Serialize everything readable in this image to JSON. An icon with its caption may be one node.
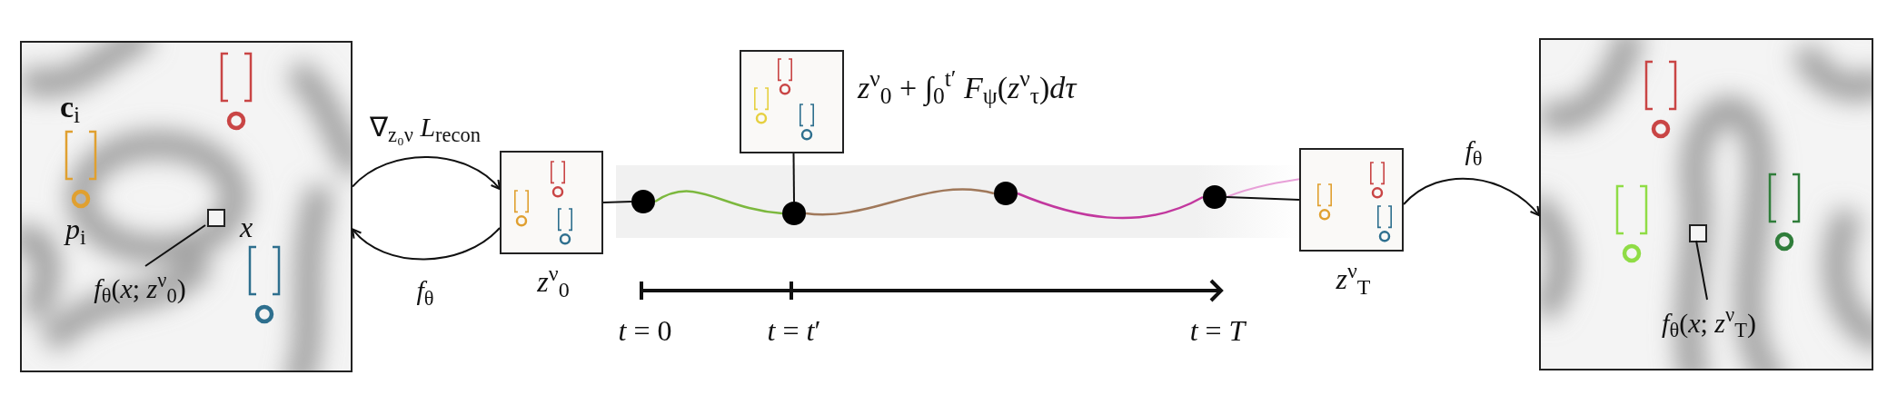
{
  "diagram": {
    "nodes": [
      {
        "text": [],
        "shape": "picture"
      },
      {
        "text": [],
        "shape": "box",
        "in": 0,
        "beside": [
          "*x*"
        ]
      },
      {
        "text": [
          "*f*$_{θ}$(*x*; *z*$^{ν}$$_{0}$)"
        ],
        "in": 0
      },
      {
        "text": [],
        "shape": "box",
        "beside": [
          "*z*$^{ν}$$_{0}$"
        ]
      },
      {
        "text": [],
        "shape": "circle"
      },
      {
        "text": [],
        "shape": "circle"
      },
      {
        "text": [],
        "shape": "circle"
      },
      {
        "text": [],
        "shape": "circle"
      },
      {
        "text": [],
        "shape": "box",
        "beside": [
          "*z*$^{ν}$$_{0}$ + ∫$_{0}$$^{t′}$ *F*$_{ψ}$(*z*$^{ν}$$_{τ}$)*dτ*"
        ]
      },
      {
        "text": [],
        "shape": "box",
        "beside": [
          "*z*$^{ν}$$_{T}$"
        ]
      },
      {
        "text": [],
        "shape": "picture"
      },
      {
        "text": [],
        "shape": "box",
        "in": 10
      },
      {
        "text": [
          "*f*$_{θ}$(*x*; *z*$^{ν}$$_{T}$)"
        ],
        "in": 10
      }
    ],
    "edges": [
      {
        "from": 0,
        "to": 3,
        "arrow": "to",
        "label": "∇$_{z₀ν}$ *L*$_{recon}$"
      },
      {
        "from": 3,
        "to": 0,
        "arrow": "to",
        "label": "*f*$_{θ}$"
      },
      {
        "from": 3,
        "to": 4,
        "arrow": "none"
      },
      {
        "from": 4,
        "to": 5,
        "arrow": "none",
        "color": "#7cb83e"
      },
      {
        "from": 5,
        "to": 6,
        "arrow": "none",
        "color": "#a0785a"
      },
      {
        "from": 6,
        "to": 7,
        "arrow": "none",
        "color": "#c2389e"
      },
      {
        "from": 8,
        "to": 5,
        "arrow": "none"
      },
      {
        "from": 7,
        "to": 9,
        "arrow": "none"
      },
      {
        "from": 9,
        "to": 10,
        "arrow": "to",
        "label": "*f*$_{θ}$"
      },
      {
        "from": 2,
        "to": 1,
        "arrow": "none"
      },
      {
        "from": 12,
        "to": 11,
        "arrow": "none"
      }
    ],
    "labels": [
      "**c**$_{i}$",
      "*p*$_{i}$",
      "*t* = 0",
      "*t* = *t*′",
      "*t* = *T*"
    ]
  }
}
